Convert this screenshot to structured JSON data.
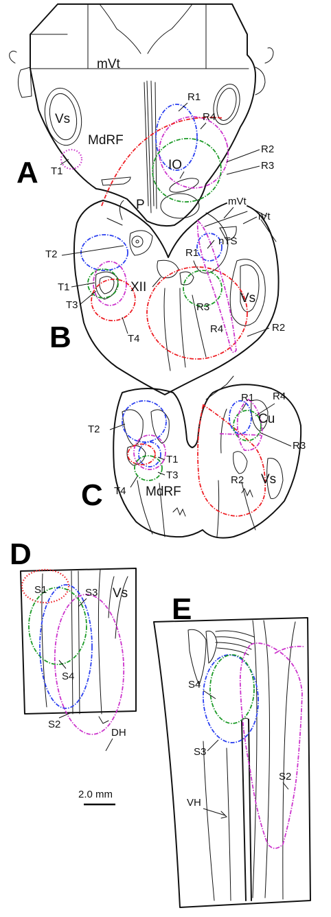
{
  "panels": {
    "a": "A",
    "b": "B",
    "c": "C",
    "d": "D",
    "e": "E"
  },
  "labels": {
    "a": {
      "mvt": "mVt",
      "vs": "Vs",
      "mdrf": "MdRF",
      "r1": "R1",
      "r4": "R4",
      "r2": "R2",
      "r3": "R3",
      "io": "IO",
      "t1": "T1",
      "p": "P"
    },
    "b": {
      "mvt": "mVt",
      "ivt": "iVt",
      "nts": "nTS",
      "r1": "R1",
      "t2": "T2",
      "t1": "T1",
      "t3": "T3",
      "xii": "XII",
      "r3": "R3",
      "vs": "Vs",
      "t4": "T4",
      "r4": "R4",
      "r2": "R2"
    },
    "c": {
      "r1": "R1",
      "r4": "R4",
      "cu": "Cu",
      "t2": "T2",
      "r3": "R3",
      "t1": "T1",
      "t3": "T3",
      "r2": "R2",
      "vs": "Vs",
      "t4": "T4",
      "mdrf": "MdRF"
    },
    "d": {
      "s1": "S1",
      "s3": "S3",
      "vs": "Vs",
      "s4": "S4",
      "s2": "S2",
      "dh": "DH"
    },
    "e": {
      "s4": "S4",
      "s3": "S3",
      "s2": "S2",
      "vh": "VH"
    }
  },
  "scale_bar": "2.0 mm",
  "colors": {
    "red": "#ee1d23",
    "blue": "#2a3ff0",
    "green": "#1b9a26",
    "magenta": "#cc33cc"
  }
}
